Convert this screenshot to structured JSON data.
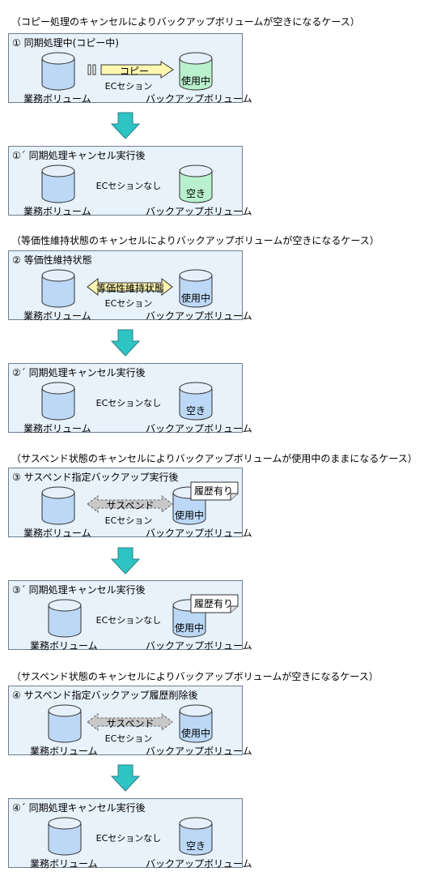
{
  "headings": [
    "（コピー処理のキャンセルによりバックアップボリュームが空きになるケース）",
    "（等価性維持状態のキャンセルによりバックアップボリュームが空きになるケース）",
    "（サスペンド状態のキャンセルによりバックアップボリュームが使用中のままになるケース）",
    "（サスペンド状態のキャンセルによりバックアップボリュームが空きになるケース）"
  ],
  "panels": [
    {
      "title": "①  同期処理中(コピー中)",
      "source_label": "業務ボリューム",
      "backup_label": "バックアップボリューム",
      "session_label": "ECセション",
      "arrow_label": "コピー",
      "backup_state": "使用中",
      "backup_color": "#b9f0cd",
      "note": ""
    },
    {
      "title": "①´  同期処理キャンセル実行後",
      "source_label": "業務ボリューム",
      "backup_label": "バックアップボリューム",
      "session_label": "ECセションなし",
      "arrow_label": "",
      "backup_state": "空き",
      "backup_color": "#b9f0cd",
      "note": ""
    },
    {
      "title": "②  等価性維持状態",
      "source_label": "業務ボリューム",
      "backup_label": "バックアップボリューム",
      "session_label": "ECセション",
      "arrow_label": "等価性維持状態",
      "backup_state": "使用中",
      "backup_color": "#bcd8f6",
      "note": ""
    },
    {
      "title": "②´  同期処理キャンセル実行後",
      "source_label": "業務ボリューム",
      "backup_label": "バックアップボリューム",
      "session_label": "ECセションなし",
      "arrow_label": "",
      "backup_state": "空き",
      "backup_color": "#bcd8f6",
      "note": ""
    },
    {
      "title": "③  サスペンド指定バックアップ実行後",
      "source_label": "業務ボリューム",
      "backup_label": "バックアップボリューム",
      "session_label": "ECセション",
      "arrow_label": "サスペンド",
      "backup_state": "使用中",
      "backup_color": "#bcd8f6",
      "note": "履歴有り"
    },
    {
      "title": "③´  同期処理キャンセル実行後",
      "source_label": "業務ボリューム",
      "backup_label": "バックアップボリューム",
      "session_label": "ECセションなし",
      "arrow_label": "",
      "backup_state": "使用中",
      "backup_color": "#bcd8f6",
      "note": "履歴有り"
    },
    {
      "title": "④  サスペンド指定バックアップ履歴削除後",
      "source_label": "業務ボリューム",
      "backup_label": "バックアップボリューム",
      "session_label": "ECセション",
      "arrow_label": "サスペンド",
      "backup_state": "使用中",
      "backup_color": "#bcd8f6",
      "note": ""
    },
    {
      "title": "④´  同期処理キャンセル実行後",
      "source_label": "業務ボリューム",
      "backup_label": "バックアップボリューム",
      "session_label": "ECセションなし",
      "arrow_label": "",
      "backup_state": "空き",
      "backup_color": "#bcd8f6",
      "note": ""
    }
  ],
  "colors": {
    "panel_bg": "#e8f2fb",
    "volume_fill": "#bcd8f6",
    "copy_arrow": "#fff6b0",
    "equivalence_arrow": "#fff6b0",
    "suspend_arrow": "#c8c8c8",
    "down_arrow": "#2ec4c4"
  }
}
